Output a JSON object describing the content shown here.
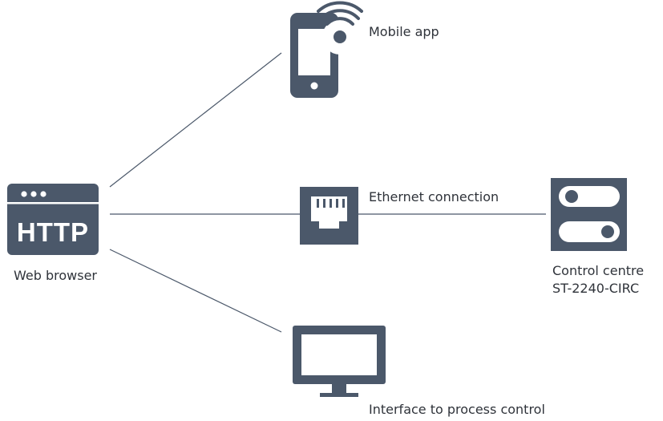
{
  "nodes": {
    "mobile": {
      "label": "Mobile app"
    },
    "ethernet": {
      "label": "Ethernet connection"
    },
    "web": {
      "label": "Web browser",
      "icon_text": "HTTP"
    },
    "control": {
      "label_line1": "Control centre",
      "label_line2": "ST-2240-CIRC"
    },
    "process": {
      "label": "Interface to process control"
    }
  },
  "colors": {
    "icon": "#4b586a",
    "line": "#4b586a"
  }
}
